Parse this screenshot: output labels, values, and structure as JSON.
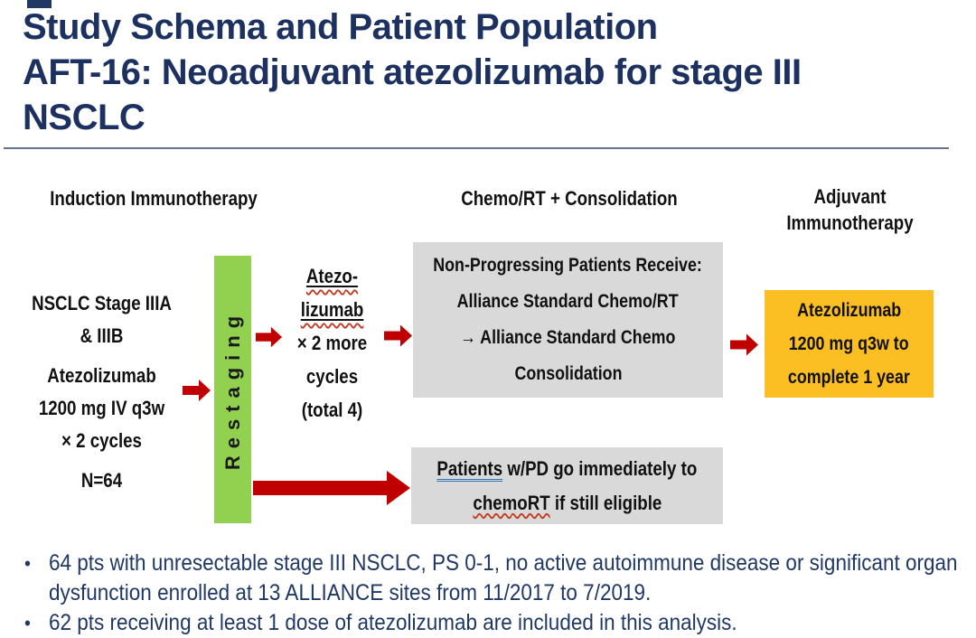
{
  "title": {
    "lines": [
      "Study Schema and Patient Population",
      "AFT-16: Neoadjuvant atezolizumab for stage III",
      "NSCLC"
    ]
  },
  "columns": {
    "induction": "Induction Immunotherapy",
    "chemo": "Chemo/RT + Consolidation",
    "adjuvant_lines": [
      "Adjuvant",
      "Immunotherapy"
    ]
  },
  "induction": {
    "lines": [
      "NSCLC Stage IIIA",
      "& IIIB",
      "Atezolizumab",
      "1200 mg IV q3w",
      "× 2 cycles",
      "N=64"
    ]
  },
  "restaging": {
    "label": "Restaging"
  },
  "atezo_block": {
    "underlined_lines": [
      "Atezo-",
      "lizumab"
    ],
    "lines": [
      "× 2 more",
      "cycles",
      "(total 4)"
    ]
  },
  "gray_box1": {
    "lines": [
      "Non-Progressing Patients Receive:",
      "Alliance Standard Chemo/RT",
      "→ Alliance Standard Chemo",
      "Consolidation"
    ]
  },
  "orange_box": {
    "lines": [
      "Atezolizumab",
      "1200 mg q3w to",
      "complete 1 year"
    ]
  },
  "gray_box2": {
    "line1_underlined": "Patients",
    "line1_rest": " w/PD go immediately to",
    "line2_misspelled": "chemoRT",
    "line2_rest": " if still eligible"
  },
  "bullets": {
    "items": [
      "64 pts with unresectable stage III NSCLC, PS 0-1, no active autoimmune disease or significant organ dysfunction enrolled at 13 ALLIANCE sites from 11/2017 to 7/2019.",
      "62 pts receiving at least 1 dose of atezolizumab are included in this analysis."
    ]
  },
  "colors": {
    "title_navy": "#1D3160",
    "body_navy": "#1F3864",
    "arrow_red": "#C00000",
    "restaging_green": "#92D050",
    "adjuvant_orange": "#FBBE23",
    "box_gray": "#D9D9D9"
  }
}
